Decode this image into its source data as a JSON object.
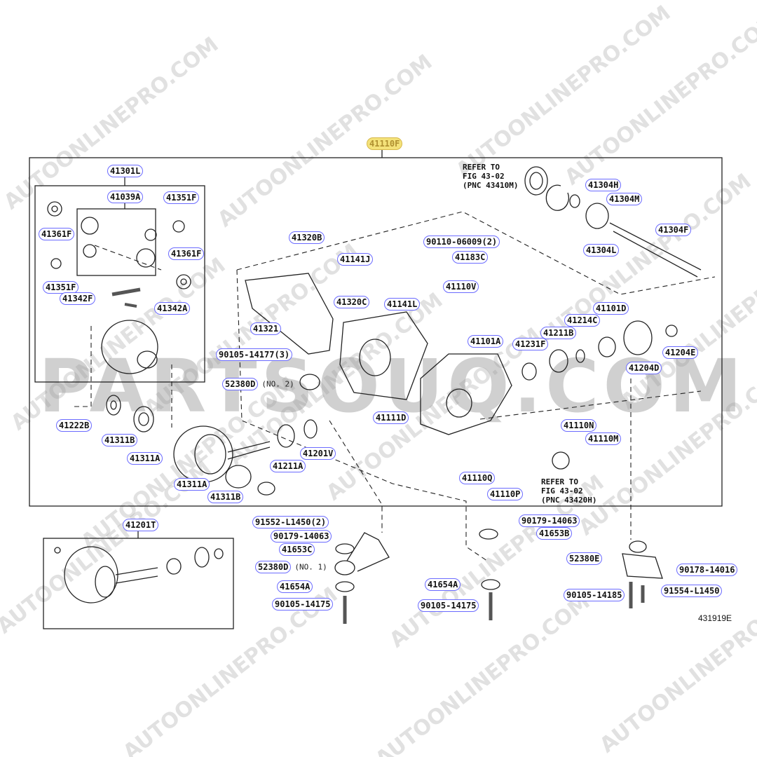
{
  "labels": [
    {
      "text": "41110F",
      "highlight": true
    },
    {
      "text": "41301L"
    },
    {
      "text": "41039A"
    },
    {
      "text": "41351F"
    },
    {
      "text": "41361F"
    },
    {
      "text": "41361F"
    },
    {
      "text": "41351F"
    },
    {
      "text": "41342F"
    },
    {
      "text": "41342A"
    },
    {
      "text": "41222B"
    },
    {
      "text": "41311B"
    },
    {
      "text": "41311A"
    },
    {
      "text": "41211A"
    },
    {
      "text": "41201V"
    },
    {
      "text": "41311A"
    },
    {
      "text": "41311B"
    },
    {
      "text": "41321"
    },
    {
      "text": "41320B"
    },
    {
      "text": "41141J"
    },
    {
      "text": "41320C"
    },
    {
      "text": "41141L"
    },
    {
      "text": "90110-06009(2)"
    },
    {
      "text": "41183C"
    },
    {
      "text": "41110V"
    },
    {
      "text": "90105-14177(3)"
    },
    {
      "text": "52380D",
      "suffix": "(NO. 2)"
    },
    {
      "text": "41111D"
    },
    {
      "text": "41101A"
    },
    {
      "text": "41231F"
    },
    {
      "text": "41211B"
    },
    {
      "text": "41214C"
    },
    {
      "text": "41101D"
    },
    {
      "text": "41204D"
    },
    {
      "text": "41204E"
    },
    {
      "text": "41304H"
    },
    {
      "text": "41304M"
    },
    {
      "text": "41304L"
    },
    {
      "text": "41304F"
    },
    {
      "text": "41110N"
    },
    {
      "text": "41110M"
    },
    {
      "text": "41110Q"
    },
    {
      "text": "41110P"
    },
    {
      "text": "41201T"
    },
    {
      "text": "91552-L1450(2)"
    },
    {
      "text": "90179-14063"
    },
    {
      "text": "41653C"
    },
    {
      "text": "52380D",
      "suffix": "(NO. 1)"
    },
    {
      "text": "41654A"
    },
    {
      "text": "90105-14175"
    },
    {
      "text": "90179-14063"
    },
    {
      "text": "41653B"
    },
    {
      "text": "41654A"
    },
    {
      "text": "90105-14175"
    },
    {
      "text": "52380E"
    },
    {
      "text": "90178-14016"
    },
    {
      "text": "90105-14185"
    },
    {
      "text": "91554-L1450"
    }
  ],
  "notes": [
    "REFER TO\nFIG 43-02\n(PNC 43410M)",
    "REFER TO\nFIG 43-02\n(PNC 43420H)"
  ],
  "diagram_id": "431919E",
  "watermarks": {
    "small": "AUTOONLINEPRO.COM",
    "big": "PARTSOUQ.COM"
  }
}
